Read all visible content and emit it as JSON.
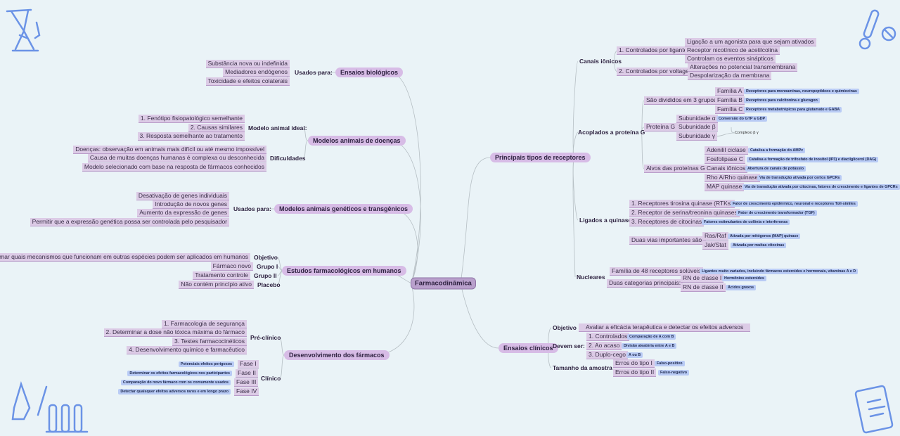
{
  "root": "Farmacodinâmica",
  "left": {
    "ensaios_bio": {
      "title": "Ensaios biológicos",
      "label": "Usados para:",
      "items": [
        "Substância nova ou indefinida",
        "Mediadores endógenos",
        "Toxicidade e efeitos colaterais"
      ]
    },
    "modelos_doencas": {
      "title": "Modelos animais de doenças",
      "ideal_label": "Modelo animal ideal:",
      "ideal_items": [
        "1. Fenótipo fisiopatológico semelhante",
        "2. Causas similares",
        "3. Resposta semelhante ao tratamento"
      ],
      "dif_label": "Dificuldades",
      "dif_items": [
        "Doenças: observação em animais mais difícil ou até mesmo impossível",
        "Causa de muitas doenças humanas é complexa ou desconhecida",
        "Modelo selecionado com base na resposta de fármacos conhecidos"
      ]
    },
    "modelos_gen": {
      "title": "Modelos animais genéticos e transgênicos",
      "label": "Usados para:",
      "items": [
        "Desativação de genes individuais",
        "Introdução de novos genes",
        "Aumento da expressão de genes",
        "Permitir que a expressão genética possa ser controlada pelo pesquisador"
      ]
    },
    "estudos": {
      "title": "Estudos farmacológicos em humanos",
      "rows": [
        {
          "label": "Objetivo",
          "text": "Confirmar quais mecanismos que funcionam em outras espécies podem ser aplicados em humanos"
        },
        {
          "label": "Grupo I",
          "text": "Fármaco novo"
        },
        {
          "label": "Grupo II",
          "text": "Tratamento controle"
        },
        {
          "label": "Placebo",
          "text": "Não contém princípio ativo"
        }
      ]
    },
    "desenv": {
      "title": "Desenvolvimento dos fármacos",
      "pre_label": "Pré-clínico",
      "pre_items": [
        "1. Farmacologia de segurança",
        "2. Determinar a dose não tóxica máxima do fármaco",
        "3. Testes farmacocinéticos",
        "4. Desenvolvimento químico e farmacêutico"
      ],
      "clin_label": "Clínico",
      "fases": [
        {
          "name": "Fase I",
          "desc": "Potenciais efeitos perigosos"
        },
        {
          "name": "Fase II",
          "desc": "Determinar os efeitos farmacológicos nos participantes"
        },
        {
          "name": "Fase III",
          "desc": "Comparação do novo fármaco com os comumente usados"
        },
        {
          "name": "Fase IV",
          "desc": "Detectar quaisquer efeitos adversos raros e em longo prazo"
        }
      ]
    }
  },
  "right": {
    "receptores": {
      "title": "Principais tipos de receptores",
      "canais": {
        "title": "Canais iônicos",
        "lig_label": "1. Controlados por ligantes",
        "lig_items": [
          "Ligação a um agonista para que sejam ativados",
          "Receptor nicotínico de acetilcolina",
          "Controlam os eventos sinápticos"
        ],
        "volt_label": "2. Controlados por voltagem",
        "volt_items": [
          "Alterações no potencial transmembrana",
          "Despolarização da membrana"
        ]
      },
      "gprot": {
        "title": "Acoplados a proteína G",
        "grupos_label": "São divididos em 3 grupos",
        "familias": [
          {
            "name": "Família A",
            "desc": "Receptores para monoaminas, neuropeptídeos e quimiocinas"
          },
          {
            "name": "Família B",
            "desc": "Receptores para calcitonina e glucagon"
          },
          {
            "name": "Família C",
            "desc": "Receptores metabotrópicos para glutamato e GABA"
          }
        ],
        "proteina_label": "Proteína G",
        "subunidades": [
          {
            "name": "Subunidade α",
            "desc": "Conversão do GTP a GDP"
          },
          {
            "name": "Subunidade β",
            "desc": ""
          },
          {
            "name": "Subunidade γ",
            "desc": ""
          }
        ],
        "complexo": "Complexo β γ",
        "alvos_label": "Alvos das proteínas G",
        "alvos": [
          {
            "name": "Adenilil ciclase",
            "desc": "Catalisa a formação do AMPc"
          },
          {
            "name": "Fosfolipase C",
            "desc": "Catalisa a formação de trifosfato de inositol (IP3) e diacilglicerol (DAG)"
          },
          {
            "name": "Canais iônicos",
            "desc": "Abertura de canais de potássio"
          },
          {
            "name": "Rho A/Rho quinase",
            "desc": "Via de transdução ativada por certos GPCRs"
          },
          {
            "name": "MAP quinase",
            "desc": "Via de transdução ativada por citocinas, fatores de crescimento e ligantes de GPCRs"
          }
        ]
      },
      "quinase": {
        "title": "Ligados a quinase",
        "items": [
          {
            "name": "1. Receptores tirosina quinase (RTKs)",
            "desc": "Fator de crescimento epidérmico, neuronal e receptores Toll-símiles"
          },
          {
            "name": "2. Receptor de serina/treonina quinases",
            "desc": "Fator de crescimento transformador (TGF)"
          },
          {
            "name": "3. Receptores de citocinas",
            "desc": "Fatores estimulantes de colônia e interferonas"
          }
        ],
        "vias_label": "Duas vias importantes são:",
        "vias": [
          {
            "name": "Ras/Raf",
            "desc": "Ativada por mitógenos (MAP) quinase"
          },
          {
            "name": "Jak/Stat",
            "desc": "Ativada por muitas citocinas"
          }
        ]
      },
      "nucleares": {
        "title": "Nucleares",
        "familia": {
          "name": "Família de 48 receptores solúveis",
          "desc": "Ligantes muito variados, incluindo fármacos esteroides e hormonais, vitaminas A e D"
        },
        "cat_label": "Duas categorias principais:",
        "cats": [
          {
            "name": "RN de classe I",
            "desc": "Hormônios esteroides"
          },
          {
            "name": "RN de classe II",
            "desc": "Ácidos graxos"
          }
        ]
      }
    },
    "ensaios_clin": {
      "title": "Ensaios clínicos",
      "objetivo_label": "Objetivo",
      "objetivo_text": "Avaliar a eficácia terapêutica e detectar os efeitos adversos",
      "devem_label": "Devem ser:",
      "devem": [
        {
          "name": "1. Controlados",
          "desc": "Comparação de A com B"
        },
        {
          "name": "2. Ao acaso",
          "desc": "Divisão aleatória entre A e B"
        },
        {
          "name": "3. Duplo-cego",
          "desc": "A ou B"
        }
      ],
      "tamanho_label": "Tamanho da amostra",
      "erros": [
        {
          "name": "Erros do tipo I",
          "desc": "Falso-positivo"
        },
        {
          "name": "Erros do tipo II",
          "desc": "Falso-negativo"
        }
      ]
    }
  },
  "colors": {
    "node": "#dccbe6",
    "tag": "#b9cbf5",
    "line": "#b6bfc4",
    "deco": "#6b93e6"
  }
}
